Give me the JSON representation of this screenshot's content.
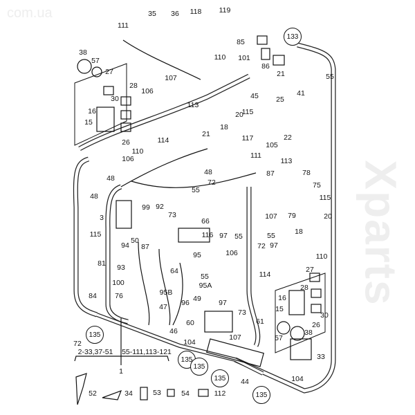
{
  "watermark": {
    "main": "Xparts",
    "sub": "com.ua"
  },
  "callouts": [
    "35",
    "36",
    "118",
    "119",
    "111",
    "85",
    "86",
    "21",
    "38",
    "57",
    "110",
    "101",
    "27",
    "28",
    "106",
    "107",
    "55",
    "45",
    "41",
    "25",
    "30",
    "16",
    "113",
    "115",
    "20",
    "18",
    "15",
    "26",
    "114",
    "110",
    "22",
    "105",
    "117",
    "21",
    "111",
    "106",
    "48",
    "48",
    "87",
    "113",
    "78",
    "72",
    "55",
    "75",
    "115",
    "48",
    "99",
    "92",
    "3",
    "73",
    "66",
    "107",
    "79",
    "20",
    "18",
    "115",
    "50",
    "116",
    "97",
    "55",
    "94",
    "87",
    "95",
    "106",
    "72",
    "55",
    "97",
    "81",
    "64",
    "93",
    "55",
    "114",
    "110",
    "27",
    "28",
    "16",
    "15",
    "30",
    "26",
    "100",
    "76",
    "84",
    "95A",
    "95B",
    "96",
    "49",
    "97",
    "73",
    "61",
    "57",
    "38",
    "47",
    "60",
    "46",
    "104",
    "107",
    "72",
    "1",
    "44",
    "33",
    "104",
    "52",
    "34",
    "53",
    "54",
    "112"
  ],
  "circled": [
    "133",
    "135",
    "135",
    "135",
    "135",
    "135"
  ],
  "group_ranges": {
    "left": "2-33,37-51",
    "right": "55-111,113-121"
  }
}
